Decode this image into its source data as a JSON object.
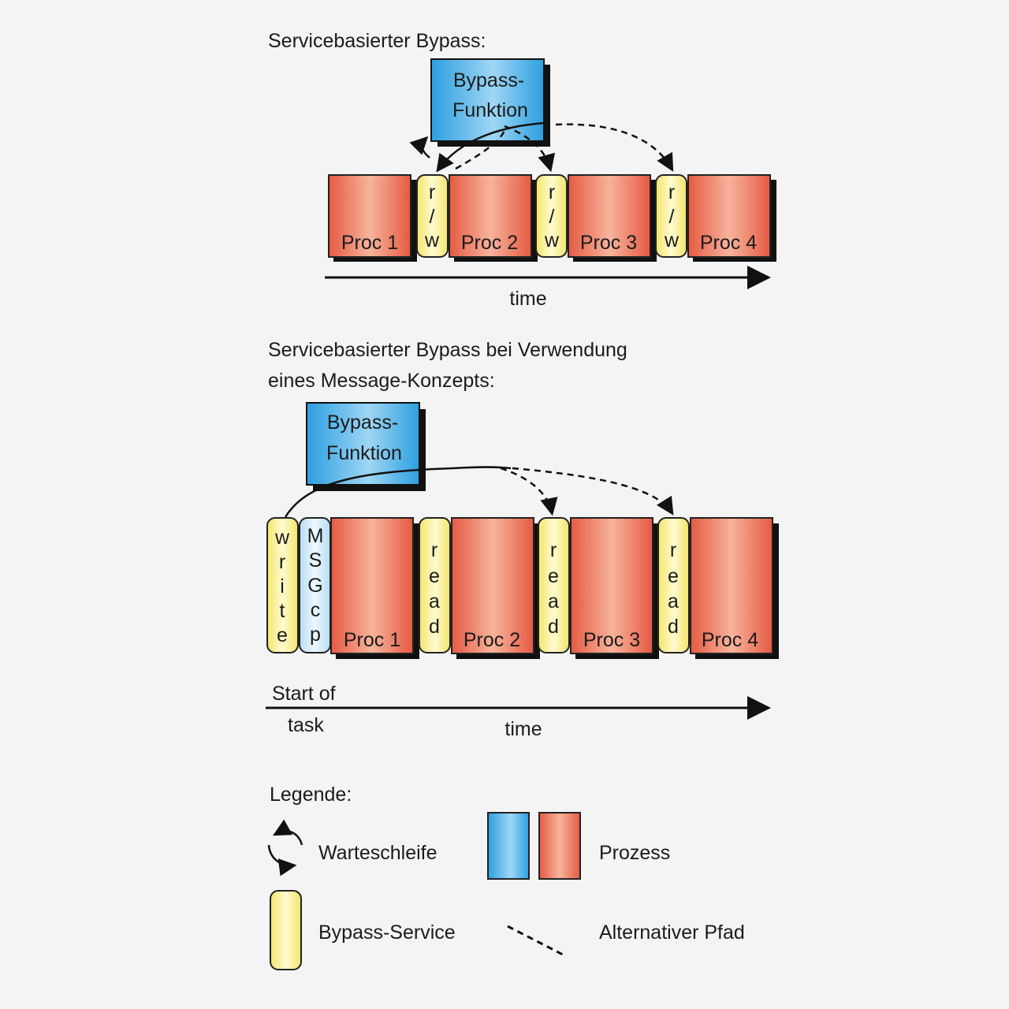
{
  "diagram1": {
    "title": "Servicebasierter Bypass:",
    "bypass_label": [
      "Bypass-",
      "Funktion"
    ],
    "services": [
      "r/w",
      "r/w",
      "r/w"
    ],
    "procs": [
      "Proc 1",
      "Proc 2",
      "Proc 3",
      "Proc 4"
    ],
    "time_label": "time"
  },
  "diagram2": {
    "title_lines": [
      "Servicebasierter Bypass bei Verwendung",
      "eines Message-Konzepts:"
    ],
    "bypass_label": [
      "Bypass-",
      "Funktion"
    ],
    "write_label": "write",
    "msg_label": "MSGcp",
    "read_label": "read",
    "procs": [
      "Proc 1",
      "Proc 2",
      "Proc 3",
      "Proc 4"
    ],
    "start_label": [
      "Start of",
      "task"
    ],
    "time_label": "time"
  },
  "legend": {
    "title": "Legende:",
    "wait_loop": "Warteschleife",
    "process": "Prozess",
    "bypass_service": "Bypass-Service",
    "alt_path": "Alternativer Pfad"
  },
  "colors": {
    "process_red": "#e8654a",
    "process_blue": "#3aa7e2",
    "service_yellow": "#f6ec86",
    "msg_lightblue": "#c9e6f7"
  }
}
